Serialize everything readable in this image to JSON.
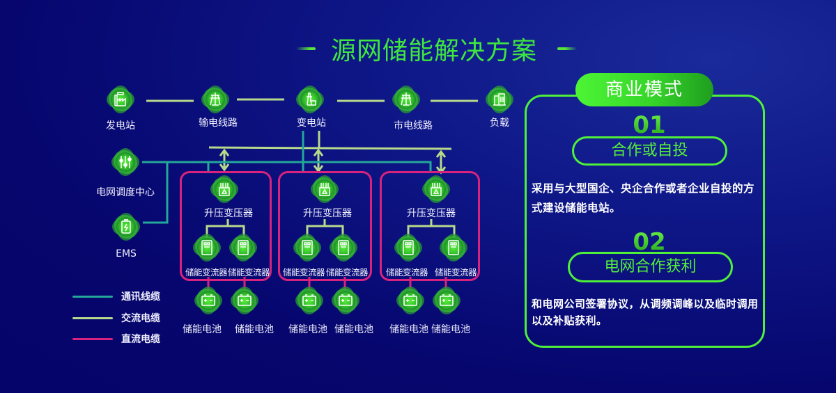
{
  "title": "源网储能解决方案",
  "colors": {
    "accent_green": "#4ff03a",
    "communication_cable": "#23a89a",
    "ac_cable": "#b7d98c",
    "dc_cable": "#d8237e",
    "background": "#06066e"
  },
  "top_chain": [
    {
      "id": "power-plant",
      "label": "发电站",
      "icon": "factory-icon"
    },
    {
      "id": "transmission-line",
      "label": "输电线路",
      "icon": "power-tower-icon"
    },
    {
      "id": "substation",
      "label": "变电站",
      "icon": "substation-icon"
    },
    {
      "id": "city-line",
      "label": "市电线路",
      "icon": "power-tower-icon"
    },
    {
      "id": "load",
      "label": "负载",
      "icon": "building-icon"
    }
  ],
  "control_nodes": [
    {
      "id": "dispatch-center",
      "label": "电网调度中心",
      "icon": "sliders-icon"
    },
    {
      "id": "ems",
      "label": "EMS",
      "icon": "battery-device-icon"
    }
  ],
  "groups": [
    {
      "transformer": "升压变压器",
      "converters": [
        "储能变流器",
        "储能变流器"
      ],
      "batteries": [
        "储能电池",
        "储能电池"
      ]
    },
    {
      "transformer": "升压变压器",
      "converters": [
        "储能变流器",
        "储能变流器"
      ],
      "batteries": [
        "储能电池",
        "储能电池"
      ]
    },
    {
      "transformer": "升压变压器",
      "converters": [
        "储能变流器",
        "储能变流器"
      ],
      "batteries": [
        "储能电池",
        "储能电池"
      ]
    }
  ],
  "legend": [
    {
      "label": "通讯线缆",
      "color": "#23a89a"
    },
    {
      "label": "交流电缆",
      "color": "#b7d98c"
    },
    {
      "label": "直流电缆",
      "color": "#d8237e"
    }
  ],
  "business": {
    "title": "商业模式",
    "items": [
      {
        "num": "01",
        "name": "合作或自投",
        "desc": "采用与大型国企、央企合作或者企业自投的方式建设储能电站。"
      },
      {
        "num": "02",
        "name": "电网合作获利",
        "desc": "和电网公司签署协议，从调频调峰以及临时调用以及补贴获利。"
      }
    ]
  }
}
